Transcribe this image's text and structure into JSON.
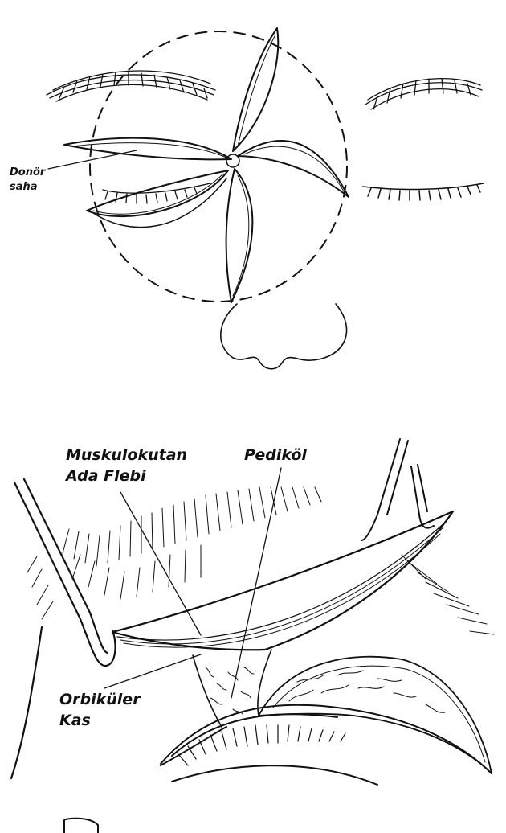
{
  "figure_top": {
    "labels": {
      "donor_line1": "Donör",
      "donor_line2": "saha"
    }
  },
  "figure_bottom": {
    "labels": {
      "flap_line1": "Muskulokutan",
      "flap_line2": "Ada Flebi",
      "pedicle": "Pediköl",
      "muscle_line1": "Orbiküler",
      "muscle_line2": "Kas"
    }
  },
  "colors": {
    "ink": "#111111",
    "background": "#ffffff"
  }
}
